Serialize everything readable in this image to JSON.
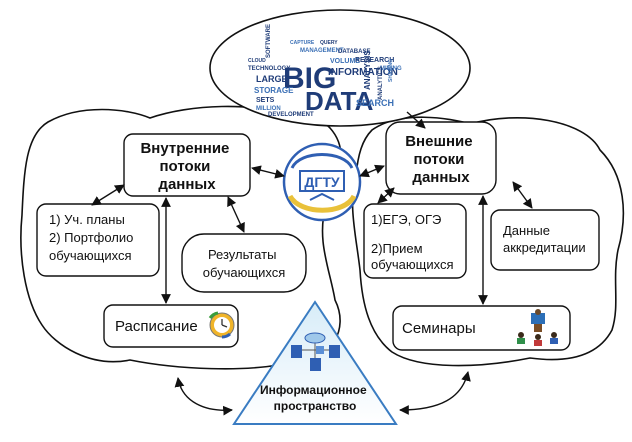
{
  "internal": {
    "title_lines": [
      "Внутренние",
      "потоки",
      "данных"
    ],
    "plans_lines": [
      "1) Уч. планы",
      "2) Портфолио",
      "обучающихся"
    ],
    "results_lines": [
      "Результаты",
      "обучающихся"
    ],
    "schedule": "Расписание"
  },
  "external": {
    "title_lines": [
      "Внешние",
      "потоки",
      "данных"
    ],
    "exams_lines": [
      "1)ЕГЭ, ОГЭ",
      "",
      "2)Прием",
      "обучающихся"
    ],
    "accreditation_lines": [
      "Данные",
      "аккредитации"
    ],
    "seminars": "Семинары"
  },
  "center": {
    "logo_text": "ДГТУ",
    "info_space_lines": [
      "Информационное",
      "пространство"
    ]
  },
  "bigdata": {
    "main_word_1": "BIG",
    "main_word_2": "DATA",
    "cloud_words": [
      "LARGE",
      "STORAGE",
      "INFORMATION",
      "SETS",
      "VOLUME",
      "ANALYSIS",
      "SEARCH",
      "SOFTWARE",
      "MILLION",
      "RESEARCH",
      "DEVELOPMENT",
      "MANAGEMENT",
      "TECHNOLOGY",
      "DATABASE",
      "MINING",
      "ANALYTICS",
      "CAPTURE",
      "CLOUD",
      "SHARING",
      "QUERY"
    ]
  },
  "colors": {
    "stroke": "#111111",
    "blue_dark": "#1f3c78",
    "blue_mid": "#3a6fb5",
    "logo_gold": "#e9c13a",
    "logo_blue": "#2f5fb3"
  }
}
